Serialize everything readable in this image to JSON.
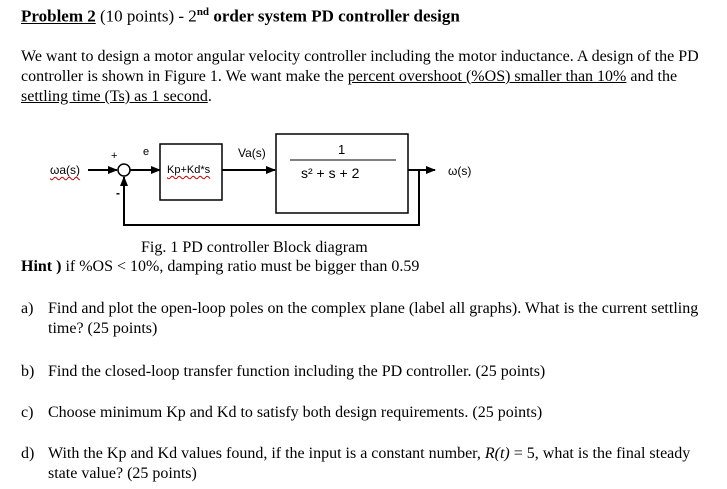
{
  "problem": {
    "label": "Problem 2",
    "points": " (10 points) - 2",
    "superscript": "nd",
    "title": " order system PD controller design"
  },
  "intro": {
    "part1": "We want to design a motor angular velocity controller including the motor inductance. A design of the PD controller is shown in Figure 1. We want make the ",
    "overshoot": "percent overshoot (%OS) smaller than 10%",
    "part2": " and the ",
    "settling": "settling time (Ts) as 1 second",
    "part3": "."
  },
  "diagram": {
    "input_label": "ωa(s)",
    "plus_sign": "+",
    "minus_sign": "-",
    "error_label": "e",
    "controller_label": "Kp+Kd*s",
    "va_label": "Va(s)",
    "plant_numerator": "1",
    "plant_denominator": "s² + s + 2",
    "output_label": "ω(s)"
  },
  "caption": "Fig. 1 PD controller Block diagram",
  "hint": {
    "label": "Hint )",
    "text": " if %OS < 10%, damping ratio must be bigger than 0.59"
  },
  "questions": [
    {
      "letter": "a)",
      "text": "Find and plot the open-loop poles on the complex plane (label all graphs). What is the current settling time? (25 points)"
    },
    {
      "letter": "b)",
      "text": "Find the closed-loop transfer function including the PD controller. (25 points)"
    },
    {
      "letter": "c)",
      "text": "Choose minimum Kp and Kd to satisfy both design requirements. (25 points)"
    },
    {
      "letter": "d)",
      "text_before": "With the Kp and Kd values found, if the input is a constant number, ",
      "math": "R(t)",
      "text_after": " = 5, what is the final steady state value? (25 points)"
    }
  ]
}
